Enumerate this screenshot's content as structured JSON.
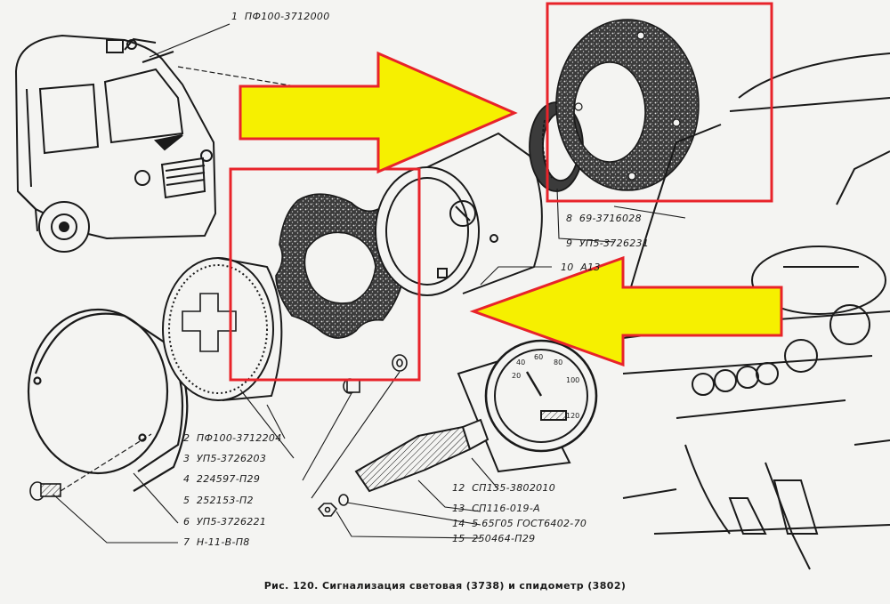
{
  "caption": "Рис. 120. Сигнализация световая (3738) и спидометр (3802)",
  "callouts": [
    {
      "num": "1",
      "code": "ПФ100-3712000"
    },
    {
      "num": "2",
      "code": "ПФ100-3712204"
    },
    {
      "num": "3",
      "code": "УП5-3726203"
    },
    {
      "num": "4",
      "code": "224597-П29"
    },
    {
      "num": "5",
      "code": "252153-П2"
    },
    {
      "num": "6",
      "code": "УП5-3726221"
    },
    {
      "num": "7",
      "code": "Н-11-В-П8"
    },
    {
      "num": "8",
      "code": "69-3716028"
    },
    {
      "num": "9",
      "code": "УП5-3726231"
    },
    {
      "num": "10",
      "code": "А13"
    },
    {
      "num": "12",
      "code": "СП135-3802010"
    },
    {
      "num": "13",
      "code": "СП116-019-А"
    },
    {
      "num": "14",
      "code": "5 65Г05 ГОСТ6402-70"
    },
    {
      "num": "15",
      "code": "250464-П29"
    }
  ],
  "speedometer_ticks": [
    "20",
    "40",
    "60",
    "80",
    "100",
    "120"
  ],
  "colors": {
    "highlight_box": "#e8232a",
    "arrow_fill": "#f6f000",
    "arrow_outline": "#e8232a",
    "line_art": "#1a1a1a"
  },
  "icons": {
    "vehicle": "uaz-van-illustration",
    "gasket": "rubber-gasket-illustration",
    "arrow": "pointer-arrow"
  }
}
